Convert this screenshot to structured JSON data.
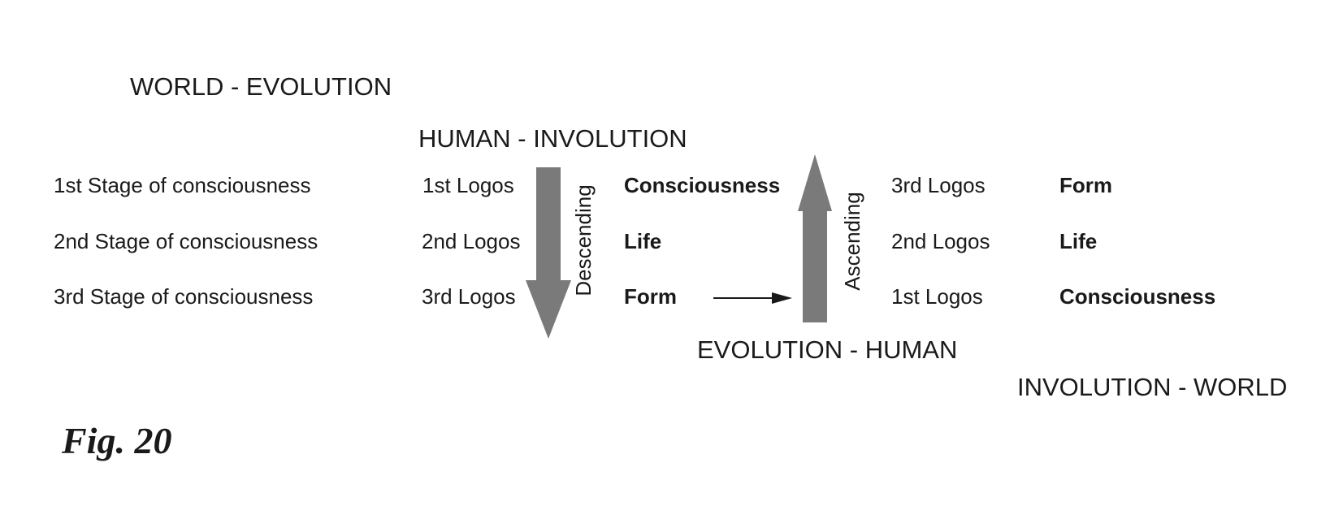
{
  "headings": {
    "world_evolution": "WORLD - EVOLUTION",
    "human_involution": "HUMAN - INVOLUTION",
    "evolution_human": "EVOLUTION - HUMAN",
    "involution_world": "INVOLUTION - WORLD"
  },
  "stages": [
    "1st Stage of consciousness",
    "2nd Stage of consciousness",
    "3rd Stage of consciousness"
  ],
  "descending": {
    "logos": [
      "1st Logos",
      "2nd Logos",
      "3rd Logos"
    ],
    "aspects": [
      "Consciousness",
      "Life",
      "Form"
    ],
    "arrow_label": "Descending"
  },
  "ascending": {
    "logos": [
      "3rd Logos",
      "2nd Logos",
      "1st Logos"
    ],
    "aspects": [
      "Form",
      "Life",
      "Consciousness"
    ],
    "arrow_label": "Ascending"
  },
  "caption": "Fig. 20",
  "colors": {
    "arrow_fill": "#7a7a7a",
    "text": "#1a1a1a",
    "connector": "#1a1a1a"
  }
}
